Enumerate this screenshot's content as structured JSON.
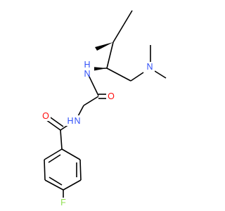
{
  "molecule": {
    "atoms": {
      "n_amide_top": {
        "symbol": "N",
        "hydrogens": "H",
        "color": "#3050f8"
      },
      "o_top": {
        "symbol": "O",
        "color": "#ff0d0d"
      },
      "n_amide_low": {
        "symbol": "N",
        "hydrogens": "H",
        "color": "#3050f8"
      },
      "o_low": {
        "symbol": "O",
        "color": "#ff0d0d"
      },
      "n_dimethyl": {
        "symbol": "N",
        "color": "#3050f8"
      },
      "f": {
        "symbol": "F",
        "color": "#90e050"
      }
    },
    "bond_color": "#000000"
  }
}
